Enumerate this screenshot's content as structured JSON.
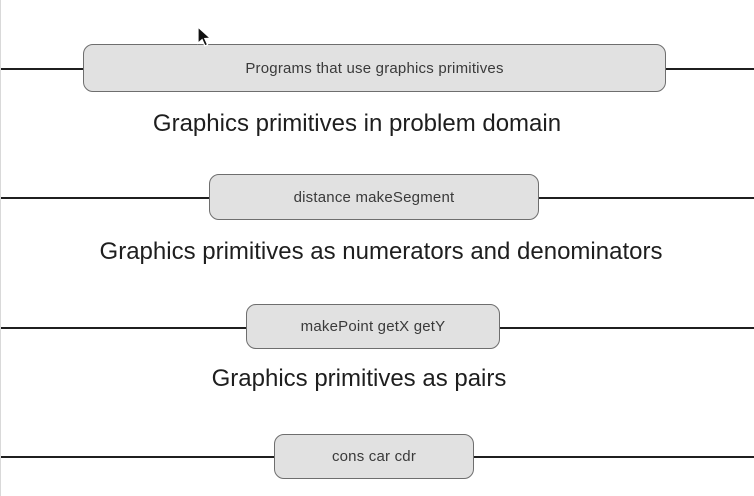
{
  "diagram": {
    "kind": "abstraction-barrier-diagram",
    "background_color": "#ffffff",
    "barrier_line_color": "#1f1f1f",
    "box_fill_color": "#e1e1e1",
    "box_border_color": "#6e6e6e",
    "layers": [
      {
        "box_label": "Programs that use graphics primitives",
        "caption": "Graphics primitives in problem domain"
      },
      {
        "box_label": "distance makeSegment",
        "caption": "Graphics primitives as numerators and denominators"
      },
      {
        "box_label": "makePoint getX getY",
        "caption": "Graphics primitives as pairs"
      },
      {
        "box_label": "cons car cdr"
      }
    ],
    "cursor_icon": "arrow-pointer"
  }
}
